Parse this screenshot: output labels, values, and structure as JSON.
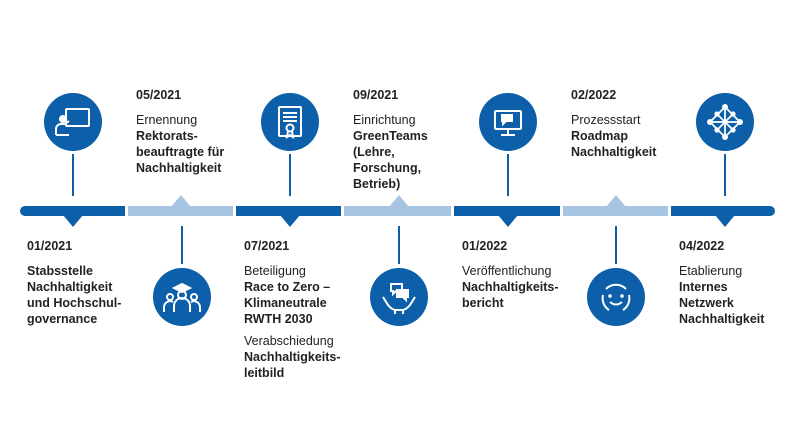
{
  "colors": {
    "dark": "#0c5fa8",
    "light": "#a8c4e3",
    "icon": "#ffffff"
  },
  "milestones": [
    {
      "date": "01/2021",
      "kind": "",
      "title": "Stabsstelle Nachhaltigkeit und Hochschul-governance",
      "icon": "presentation-screen-icon"
    },
    {
      "date": "05/2021",
      "kind": "Ernennung",
      "title": "Rektorats-beauftragte für Nachhaltigkeit",
      "icon": "graduates-group-icon"
    },
    {
      "date": "07/2021",
      "kind": "Beteiligung",
      "title": "Race to Zero – Klimaneutrale RWTH 2030",
      "kind2": "Verabschiedung",
      "title2": "Nachhaltigkeits-leitbild",
      "icon": "certificate-icon"
    },
    {
      "date": "09/2021",
      "kind": "Einrichtung",
      "title": "GreenTeams (Lehre, Forschung, Betrieb)",
      "icon": "hands-speech-bubbles-icon"
    },
    {
      "date": "01/2022",
      "kind": "Veröffentlichung",
      "title": "Nachhaltigkeits-bericht",
      "icon": "monitor-chat-icon"
    },
    {
      "date": "02/2022",
      "kind": "Prozessstart",
      "title": "Roadmap Nachhaltigkeit",
      "icon": "process-cycle-icon"
    },
    {
      "date": "04/2022",
      "kind": "Etablierung",
      "title": "Internes Netzwerk Nachhaltigkeit",
      "icon": "network-icon"
    }
  ]
}
